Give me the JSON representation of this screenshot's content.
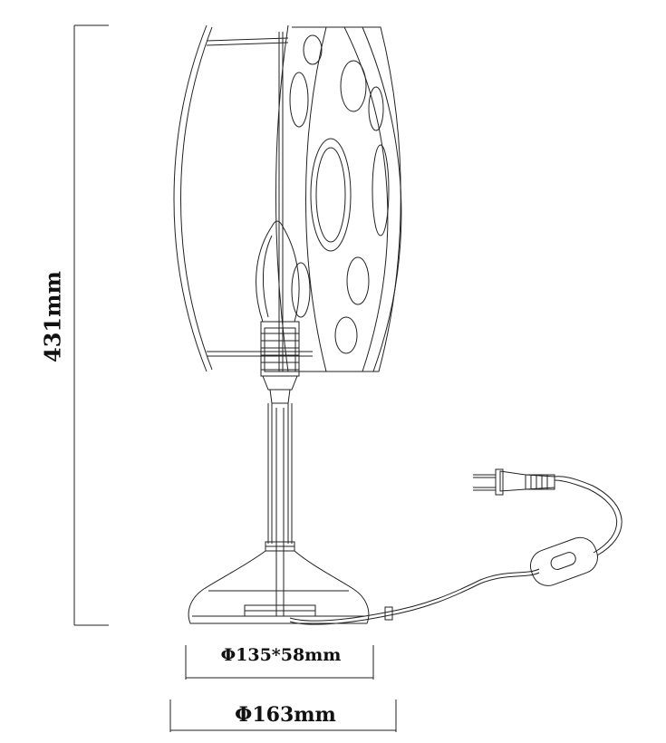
{
  "dimensions": {
    "height": "431mm",
    "base": "Φ135*58mm",
    "width": "Φ163mm"
  }
}
